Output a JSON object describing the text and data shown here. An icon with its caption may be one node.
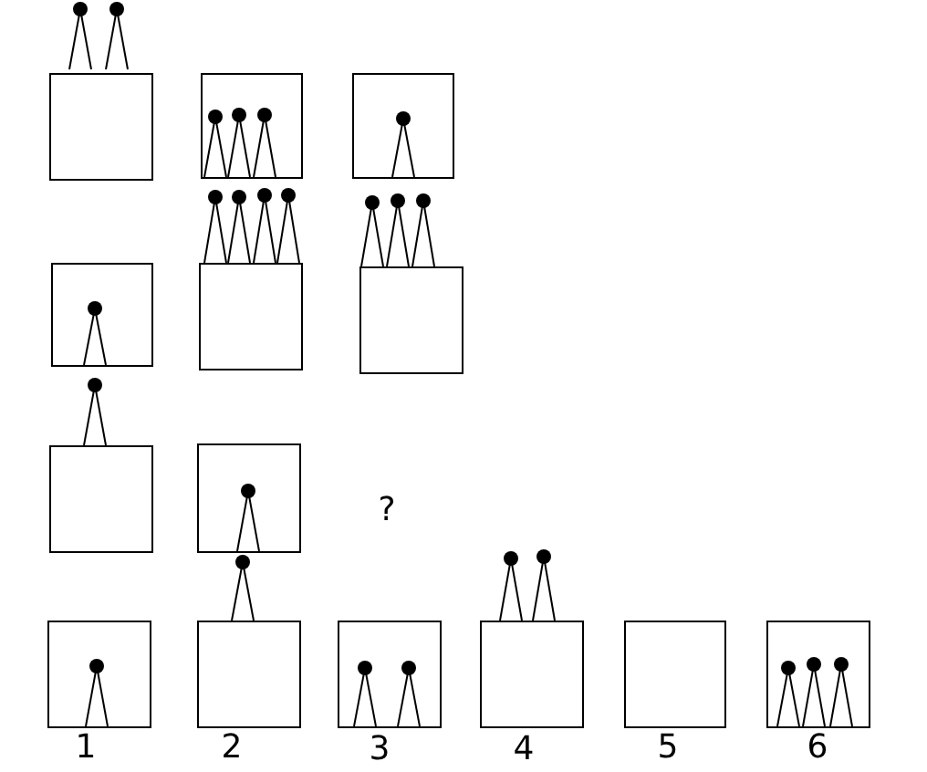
{
  "diagram": {
    "labels": [
      "?",
      "1",
      "2",
      "3",
      "4",
      "5",
      "6"
    ]
  }
}
